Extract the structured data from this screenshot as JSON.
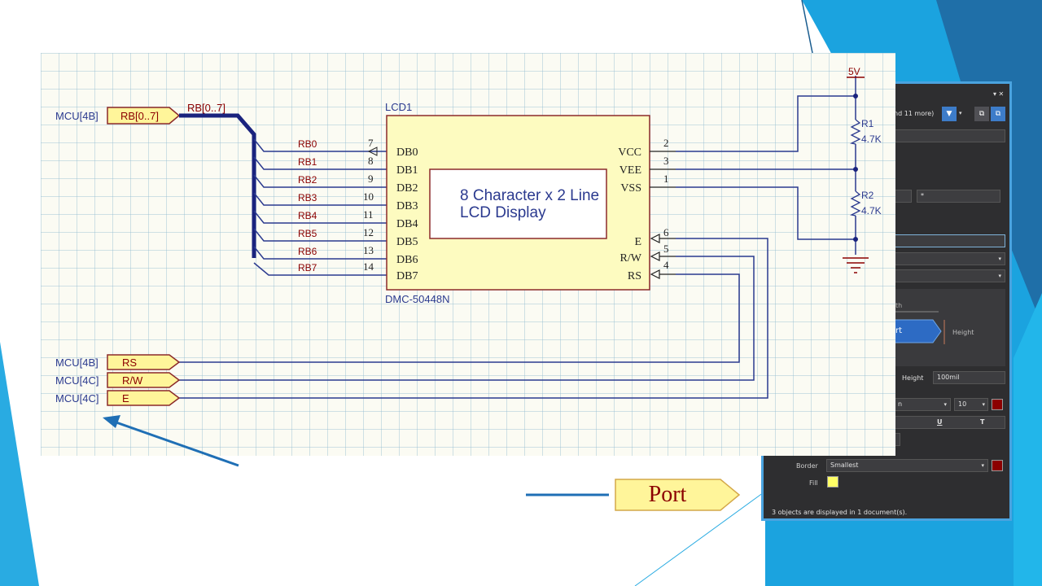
{
  "schematic": {
    "component_designator": "LCD1",
    "component_part": "DMC-50448N",
    "display_text_line1": "8 Character x 2 Line",
    "display_text_line2": "LCD Display",
    "bus_port": {
      "sheet": "MCU[4B]",
      "name": "RB[0..7]"
    },
    "bus_net_label": "RB[0..7]",
    "data_pins": [
      {
        "net": "RB0",
        "pin": "7",
        "name": "DB0"
      },
      {
        "net": "RB1",
        "pin": "8",
        "name": "DB1"
      },
      {
        "net": "RB2",
        "pin": "9",
        "name": "DB2"
      },
      {
        "net": "RB3",
        "pin": "10",
        "name": "DB3"
      },
      {
        "net": "RB4",
        "pin": "11",
        "name": "DB4"
      },
      {
        "net": "RB5",
        "pin": "12",
        "name": "DB5"
      },
      {
        "net": "RB6",
        "pin": "13",
        "name": "DB6"
      },
      {
        "net": "RB7",
        "pin": "14",
        "name": "DB7"
      }
    ],
    "power_pins": [
      {
        "pin": "2",
        "name": "VCC"
      },
      {
        "pin": "3",
        "name": "VEE"
      },
      {
        "pin": "1",
        "name": "VSS"
      }
    ],
    "control_pins": [
      {
        "pin": "6",
        "name": "E"
      },
      {
        "pin": "5",
        "name": "R/W"
      },
      {
        "pin": "4",
        "name": "RS"
      }
    ],
    "control_ports": [
      {
        "sheet": "MCU[4B]",
        "name": "RS"
      },
      {
        "sheet": "MCU[4C]",
        "name": "R/W"
      },
      {
        "sheet": "MCU[4C]",
        "name": "E"
      }
    ],
    "power_net": "5V",
    "r1": {
      "designator": "R1",
      "value": "4.7K"
    },
    "r2": {
      "designator": "R2",
      "value": "4.7K"
    }
  },
  "callout_port_label": "Port",
  "panel": {
    "filter_text": "nd 11 more)",
    "field_star": "*",
    "width_label": "th",
    "preview_port_text": "rt",
    "height_label": "Height",
    "height_field_label": "Height",
    "height_value": "100mil",
    "font_partial": "n",
    "font_size": "10",
    "underline_glyph": "U",
    "strike_glyph": "T",
    "border_label": "Border",
    "border_value": "Smallest",
    "fill_label": "Fill",
    "status": "3 objects are displayed in 1 document(s).",
    "colors": {
      "border_swatch": "#8b0000",
      "fill_swatch": "#ffff66",
      "font_swatch": "#8b0000"
    }
  },
  "theme": {
    "wire": "#2b3a8f",
    "port_fill": "#fff59a",
    "port_text": "#8b0000",
    "component_fill": "#fdfbc0",
    "component_border": "#8b2a2a"
  }
}
